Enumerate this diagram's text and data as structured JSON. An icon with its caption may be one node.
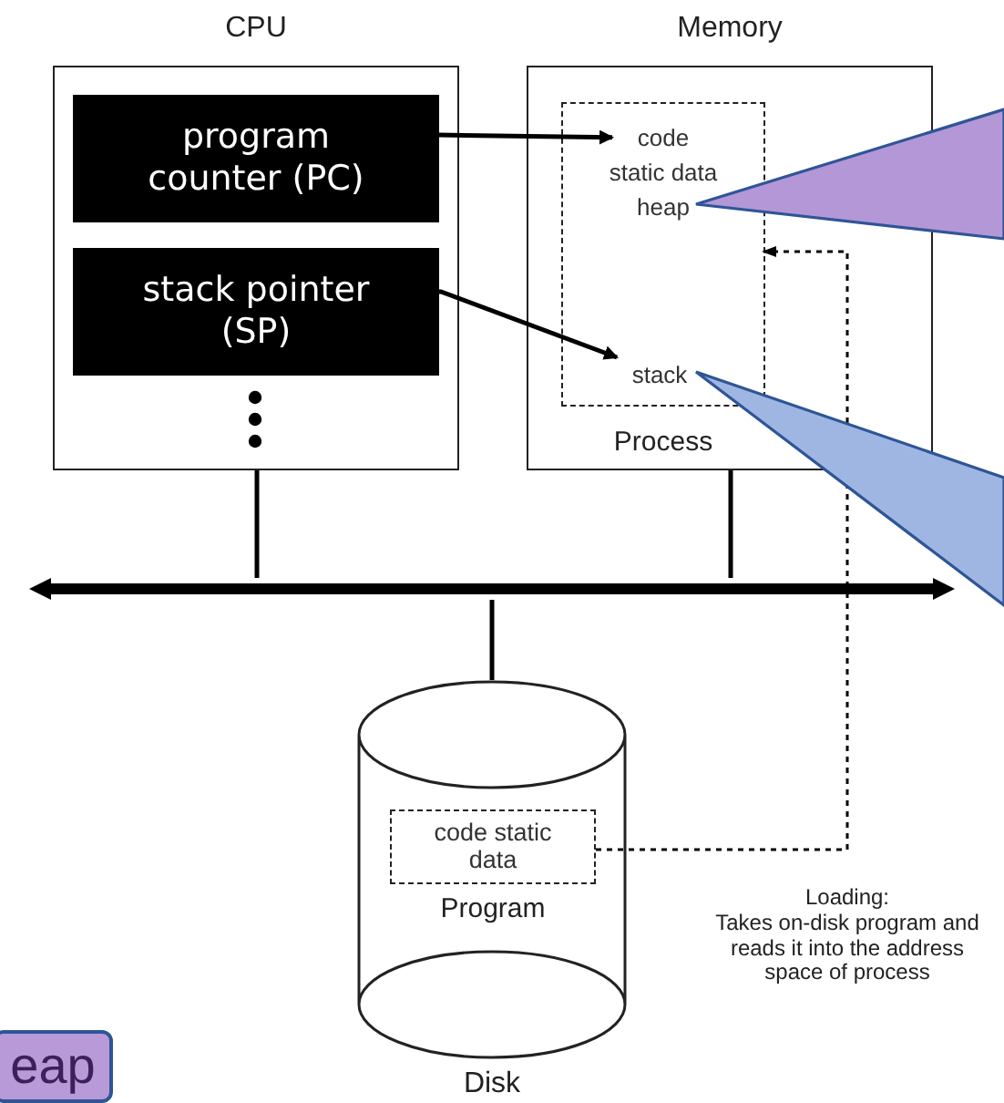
{
  "diagram": {
    "nodes": [
      {
        "text": [
          "CPU"
        ]
      },
      {
        "text": [
          "program counter (PC)"
        ],
        "in": 0
      },
      {
        "text": [
          "stack pointer (SP)"
        ],
        "in": 0
      },
      {
        "text": [
          "Memory"
        ]
      },
      {
        "text": [
          "Process"
        ],
        "in": 3
      },
      {
        "text": [
          "code"
        ],
        "in": 4
      },
      {
        "text": [
          "static data"
        ],
        "in": 4
      },
      {
        "text": [
          "heap"
        ],
        "in": 4
      },
      {
        "text": [
          "stack"
        ],
        "in": 4
      },
      {
        "text": [],
        "shape": "bar"
      },
      {
        "text": [
          "Disk"
        ]
      },
      {
        "text": [
          "code static data",
          "Program"
        ],
        "in": 10
      },
      {
        "text": [
          "eap"
        ]
      }
    ],
    "edges": [
      {
        "from": 1,
        "to": 5,
        "arrow": "to"
      },
      {
        "from": 2,
        "to": 8,
        "arrow": "to"
      },
      {
        "from": 0,
        "to": 9,
        "arrow": "none"
      },
      {
        "from": 3,
        "to": 9,
        "arrow": "none"
      },
      {
        "from": 9,
        "to": 10,
        "arrow": "none"
      },
      {
        "from": 11,
        "to": 4,
        "arrow": "to",
        "style": "dashed"
      },
      {
        "from": null,
        "to": 7,
        "arrow": "to",
        "color": "#b497d6"
      },
      {
        "from": null,
        "to": 8,
        "arrow": "to",
        "color": "#9fb6e2"
      }
    ],
    "labels": [
      "Loading:",
      "Takes on-disk program and reads it into the address space of process"
    ]
  }
}
